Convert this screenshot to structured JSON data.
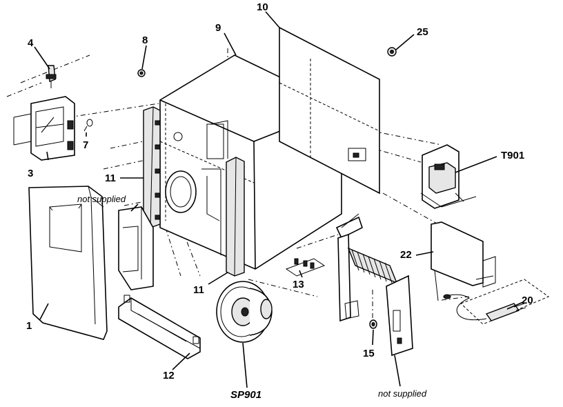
{
  "labels": {
    "p1": "1",
    "p3": "3",
    "p4": "4",
    "p7": "7",
    "p8": "8",
    "p9": "9",
    "p10": "10",
    "p11a": "11",
    "p11b": "11",
    "p12": "12",
    "p13": "13",
    "p15": "15",
    "p20": "20",
    "p22": "22",
    "p25": "25",
    "t901": "T901",
    "sp901": "SP901",
    "not_supplied_left": "not supplied",
    "not_supplied_right": "not supplied"
  }
}
